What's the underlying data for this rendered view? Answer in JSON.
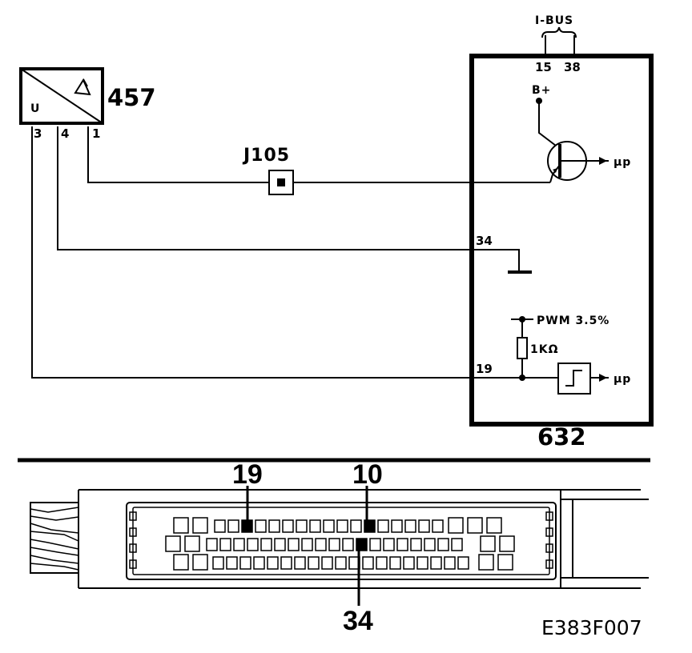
{
  "diagram": {
    "sensor": {
      "id": "457",
      "symbol_left": "U",
      "pins": [
        "3",
        "4",
        "1"
      ]
    },
    "connector_ref": "J105",
    "control_module": {
      "id": "632",
      "bus_label": "I-BUS",
      "bus_pins": [
        "15",
        "38"
      ],
      "supply_label": "B+",
      "pin_34": "34",
      "pin_19": "19",
      "pwm_label": "PWM 3.5%",
      "resistor_label": "1KΩ",
      "mu_p_top": "µp",
      "mu_p_bottom": "µp"
    },
    "harness_connector": {
      "pin_labels": [
        "19",
        "10",
        "34"
      ]
    },
    "figure_code": "E383F007"
  }
}
